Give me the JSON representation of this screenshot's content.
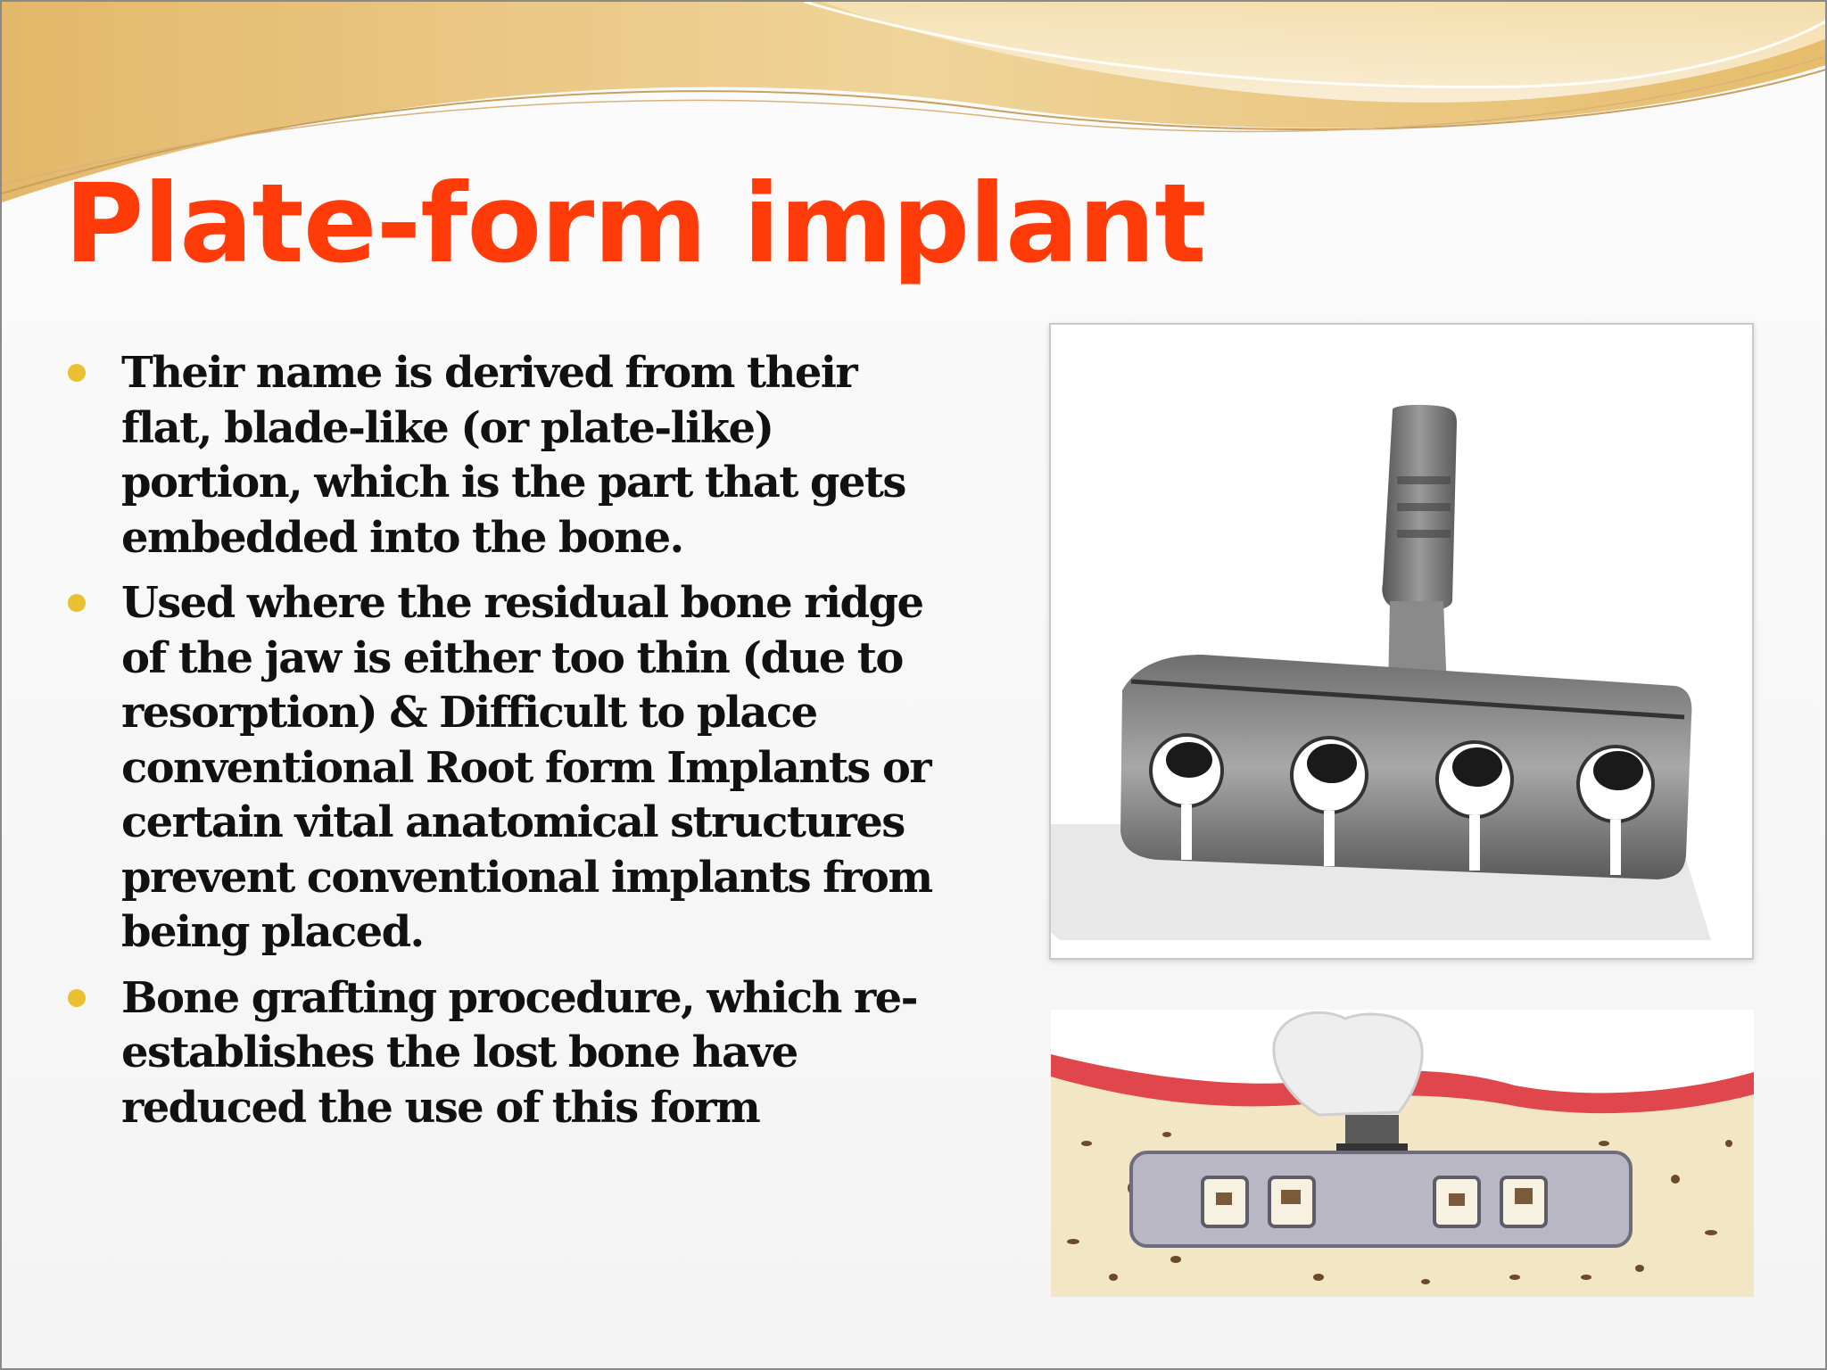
{
  "slide": {
    "title": "Plate-form implant",
    "bullets": [
      "Their name is derived from their flat, blade-like (or plate-like) portion, which is the part that gets embedded into the bone.",
      "Used where the residual bone ridge of the jaw is either too thin (due to resorption) & Difficult  to place conventional Root form Implants or certain vital anatomical structures prevent conventional implants from being placed.",
      "Bone grafting procedure, which re-establishes the lost bone have reduced the use of this form"
    ]
  },
  "colors": {
    "title": "#ff3b0a",
    "bullet": "#e8c030",
    "text": "#111111",
    "wave": "#e9c27a",
    "gum": "#e0474c",
    "bone": "#f3e6c4",
    "implant_plate": "#b9b7c4"
  },
  "images": {
    "photo": "blade-implant-photo",
    "diagram": "blade-implant-in-bone-diagram"
  }
}
